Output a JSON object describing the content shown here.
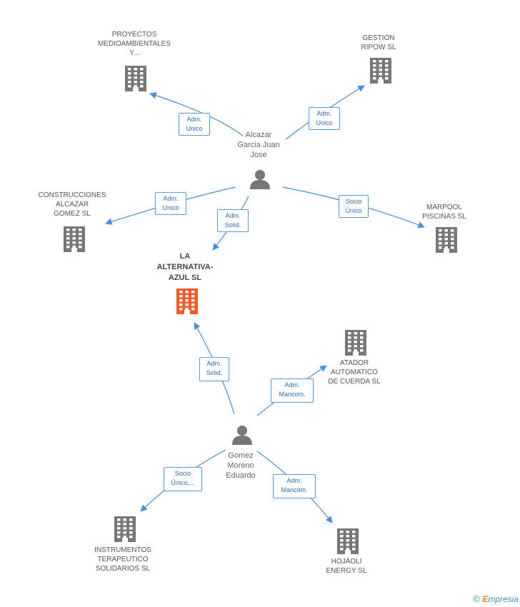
{
  "colors": {
    "edge": "#4a8fd8",
    "building": "#777777",
    "focus": "#f05a28",
    "label_border": "#5b9bd5"
  },
  "companies": [
    {
      "id": "proyectos",
      "label": "PROYECTOS\nMEDIOAMBIENTALES\nY...",
      "focus": false
    },
    {
      "id": "gestion",
      "label": "GESTION\nRIPOW SL",
      "focus": false
    },
    {
      "id": "construcciones",
      "label": "CONSTRUCCIONES\nALCAZAR\nGOMEZ SL",
      "focus": false
    },
    {
      "id": "marpool",
      "label": "MARPOOL\nPISCINAS SL",
      "focus": false
    },
    {
      "id": "alternativa",
      "label": "LA\nALTERNATIVA-\nAZUL SL",
      "focus": true
    },
    {
      "id": "atador",
      "label": "ATADOR\nAUTOMATICO\nDE CUERDA  SL",
      "focus": false
    },
    {
      "id": "instrumentos",
      "label": "INSTRUMENTOS\nTERAPEUTICO\nSOLIDARIOS  SL",
      "focus": false
    },
    {
      "id": "hojaoli",
      "label": "HOJAOLI\nENERGY SL",
      "focus": false
    }
  ],
  "people": [
    {
      "id": "alcazar",
      "label": "Alcazar\nGarcia Juan\nJose"
    },
    {
      "id": "gomez",
      "label": "Gomez\nMoreno\nEduardo"
    }
  ],
  "relations": [
    {
      "id": "r1",
      "from": "alcazar",
      "to": "proyectos",
      "label": "Adm.\nUnico"
    },
    {
      "id": "r2",
      "from": "alcazar",
      "to": "gestion",
      "label": "Adm.\nUnico"
    },
    {
      "id": "r3",
      "from": "alcazar",
      "to": "construcciones",
      "label": "Adm.\nUnico"
    },
    {
      "id": "r4",
      "from": "alcazar",
      "to": "alternativa",
      "label": "Adm.\nSolid."
    },
    {
      "id": "r5",
      "from": "alcazar",
      "to": "marpool",
      "label": "Socio\nÚnico"
    },
    {
      "id": "r6",
      "from": "gomez",
      "to": "alternativa",
      "label": "Adm.\nSolid."
    },
    {
      "id": "r7",
      "from": "gomez",
      "to": "atador",
      "label": "Adm.\nMancom."
    },
    {
      "id": "r8",
      "from": "gomez",
      "to": "instrumentos",
      "label": "Socio\nÚnico,..."
    },
    {
      "id": "r9",
      "from": "gomez",
      "to": "hojaoli",
      "label": "Adm.\nMancom."
    }
  ],
  "footer": {
    "copyright": "©",
    "brand_first": "E",
    "brand_rest": "mpresia"
  }
}
